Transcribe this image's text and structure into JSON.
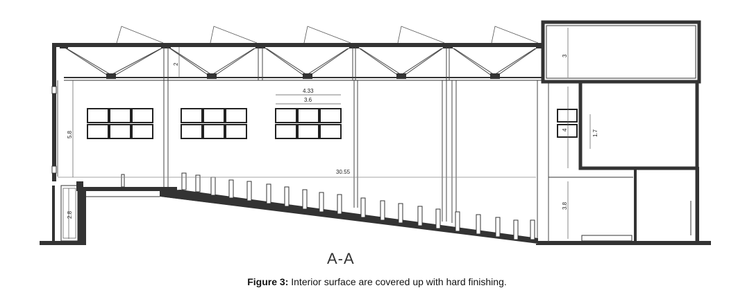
{
  "section": {
    "label": "A-A"
  },
  "dimensions": {
    "width_span": "30.55",
    "window_outer": "4.33",
    "window_inner": "3.6",
    "wall_height": "5.8",
    "truss_depth": "2",
    "upper_room": "3",
    "mid_room": "4",
    "window_small": "1.7",
    "lower_room": "3.8",
    "entry_height": "2.8"
  },
  "caption": {
    "label": "Figure 3:",
    "text": " Interior surface are covered up with hard finishing."
  }
}
